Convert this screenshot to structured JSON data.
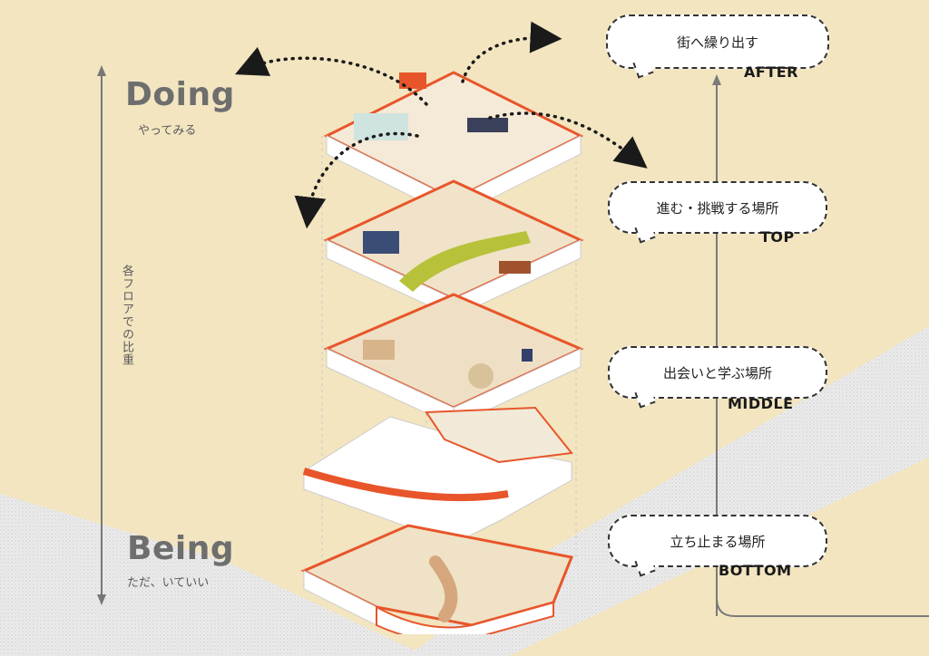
{
  "left": {
    "doing_title": "Doing",
    "doing_sub": "やってみる",
    "being_title": "Being",
    "being_sub": "ただ、いていい",
    "axis_label": "各フロアでの比重"
  },
  "bubbles": [
    {
      "text": "街へ繰り出す",
      "tag": "AFTER"
    },
    {
      "text": "進む・挑戦する場所",
      "tag": "TOP"
    },
    {
      "text": "出会いと学ぶ場所",
      "tag": "MIDDLE"
    },
    {
      "text": "立ち止まる場所",
      "tag": "BOTTOM"
    }
  ],
  "colors": {
    "background": "#f2e5c0",
    "accent": "#e8552a",
    "street": "#e6e6e6",
    "outline": "#333333"
  }
}
